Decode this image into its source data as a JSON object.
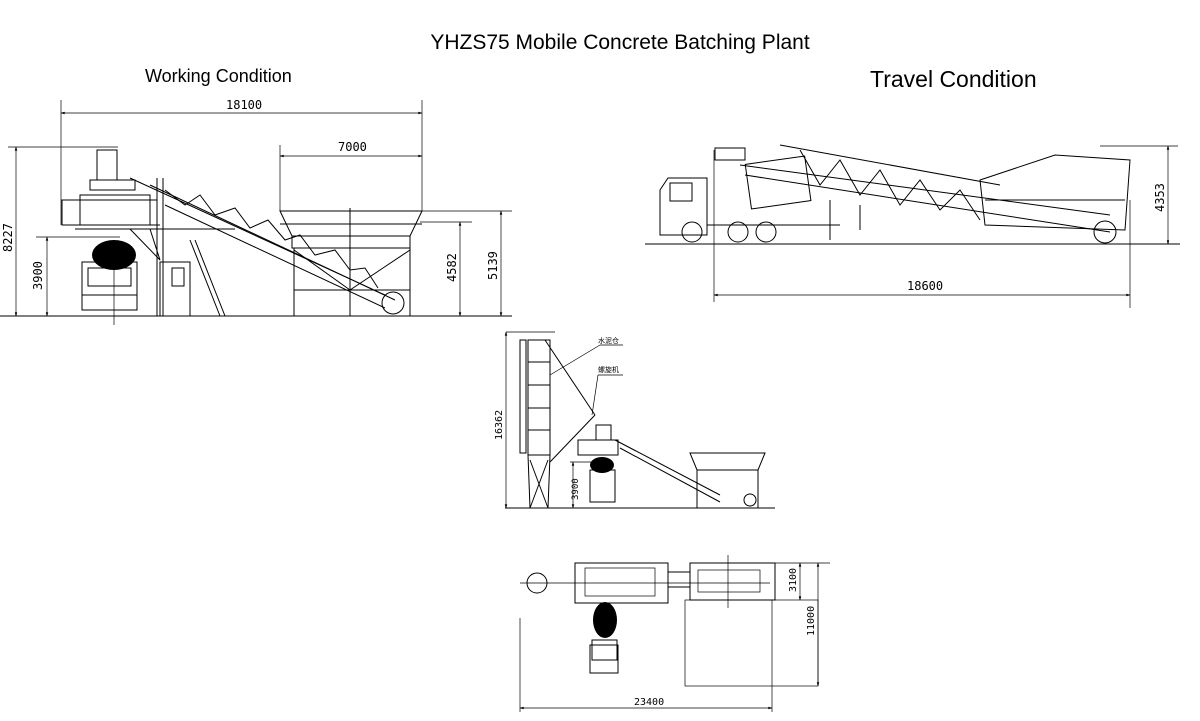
{
  "title": "YHZS75 Mobile Concrete Batching Plant",
  "views": {
    "working": {
      "label": "Working Condition",
      "dims": {
        "overall_length": "18100",
        "hopper_length": "7000",
        "overall_height": "8227",
        "discharge_height": "3900",
        "hopper_height_a": "4582",
        "hopper_height_b": "5139"
      }
    },
    "travel": {
      "label": "Travel Condition",
      "dims": {
        "length": "18600",
        "height": "4353"
      }
    },
    "with_silo": {
      "dims": {
        "height": "16362",
        "discharge_height": "3900"
      },
      "callouts": {
        "silo": "水泥仓",
        "screw": "螺旋机"
      }
    },
    "plan": {
      "dims": {
        "length": "23400",
        "width": "3100",
        "depth": "11000"
      }
    }
  }
}
